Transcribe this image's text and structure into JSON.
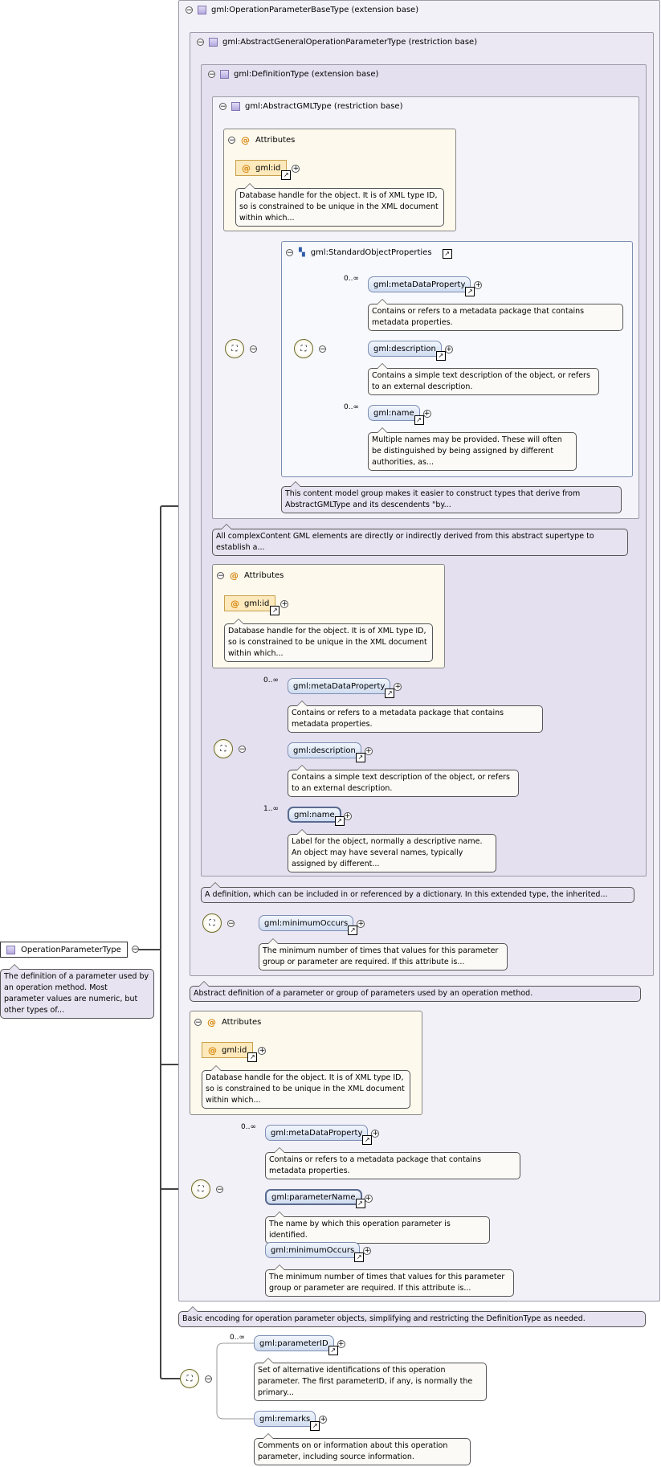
{
  "root": {
    "name": "OperationParameterType",
    "doc": "The definition of a parameter used by an operation method. Most parameter values are numeric, but other types of..."
  },
  "ext_opbase": {
    "title": "gml:OperationParameterBaseType (extension base)",
    "doc": "Basic encoding for operation parameter objects, simplifying and restricting the DefinitionType as needed."
  },
  "ext_abstractgeneral": {
    "title": "gml:AbstractGeneralOperationParameterType (restriction base)",
    "doc": "Abstract definition of a parameter or group of parameters used by an operation method."
  },
  "ext_definition": {
    "title": "gml:DefinitionType (extension base)",
    "doc": "A definition, which can be included in or referenced by a dictionary. In this extended type, the inherited..."
  },
  "ext_abstractgml": {
    "title": "gml:AbstractGMLType (restriction base)",
    "doc": "All complexContent GML elements are directly or indirectly derived from this abstract supertype to establish a..."
  },
  "attributes_label": "Attributes",
  "gml_id": {
    "name": "gml:id",
    "doc": "Database handle for the object. It is of XML type ID, so is constrained to be unique in the XML document within which..."
  },
  "std_props": {
    "name": "gml:StandardObjectProperties",
    "doc": "This content model group makes it easier to construct types that derive from AbstractGMLType and its descendents \"by..."
  },
  "metaDataProperty": {
    "name": "gml:metaDataProperty",
    "doc": "Contains or refers to a metadata package that contains metadata properties."
  },
  "description": {
    "name": "gml:description",
    "doc": "Contains a simple text description of the object, or refers to an external description."
  },
  "name_std": {
    "name": "gml:name",
    "doc": "Multiple names may be provided.  These will often be distinguished by being assigned by different authorities, as..."
  },
  "name_def": {
    "name": "gml:name",
    "doc": "Label for the object, normally a descriptive name. An object may have several names, typically assigned by different..."
  },
  "minimumOccurs": {
    "name": "gml:minimumOccurs",
    "doc": "The minimum number of times that values for this parameter group or parameter are required. If this attribute is..."
  },
  "parameterName": {
    "name": "gml:parameterName",
    "doc": "The name by which this operation parameter is identified."
  },
  "parameterID": {
    "name": "gml:parameterID",
    "doc": "Set of alternative identifications of this operation parameter. The first parameterID, if any, is normally the primary..."
  },
  "remarks": {
    "name": "gml:remarks",
    "doc": "Comments on or information about this operation parameter, including source information."
  },
  "card": {
    "zero_inf": "0..∞",
    "one_inf": "1..∞"
  },
  "icons": {
    "collapse": "minus-circle-icon",
    "expand": "plus-circle-icon",
    "type": "complex-type-icon",
    "attribute": "at-sign-icon",
    "sequence": "sequence-icon",
    "reference": "reference-arrow-icon",
    "group": "model-group-icon"
  }
}
